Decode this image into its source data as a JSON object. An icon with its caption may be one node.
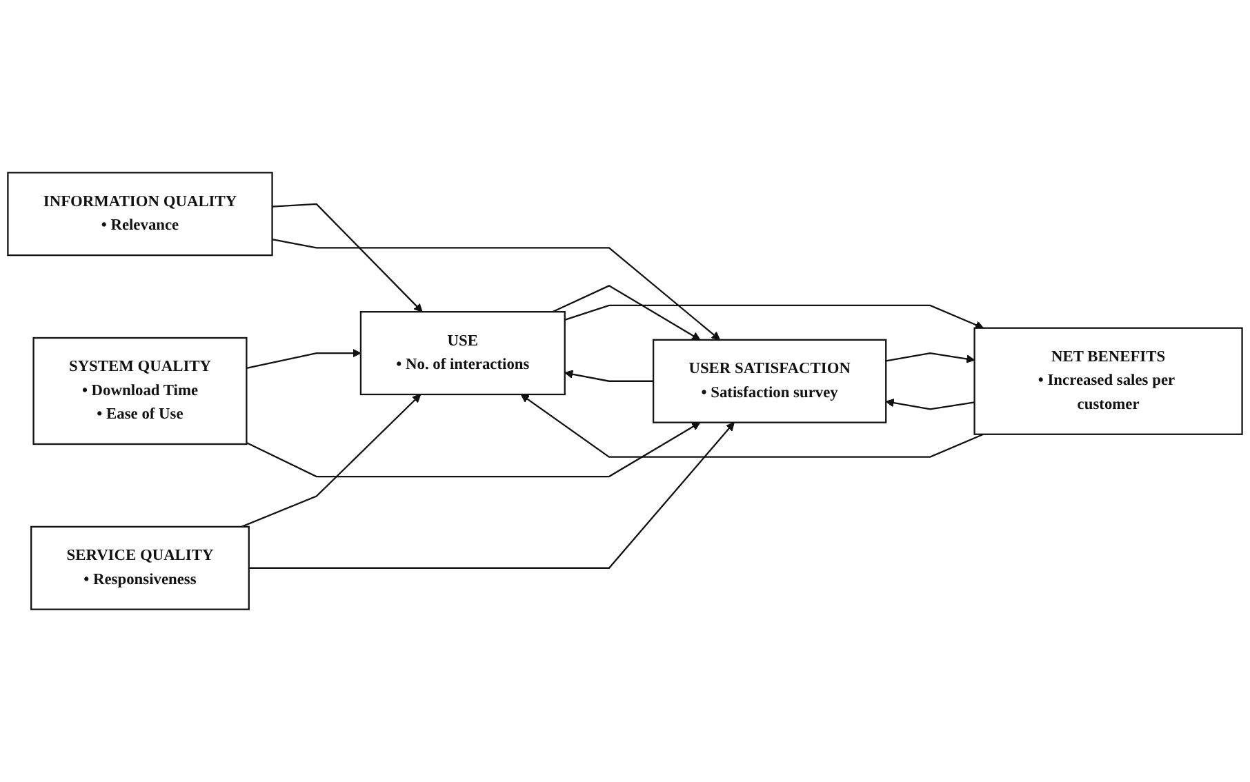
{
  "diagram": {
    "nodes": [
      {
        "text": [
          "INFORMATION QUALITY",
          "• Relevance"
        ]
      },
      {
        "text": [
          "SYSTEM QUALITY",
          "• Download Time",
          "• Ease of Use"
        ]
      },
      {
        "text": [
          "SERVICE QUALITY",
          "• Responsiveness"
        ]
      },
      {
        "text": [
          "USE",
          "• No. of interactions"
        ]
      },
      {
        "text": [
          "USER SATISFACTION",
          "• Satisfaction survey"
        ]
      },
      {
        "text": [
          "NET BENEFITS",
          "• Increased sales per customer"
        ]
      }
    ],
    "edges": [
      {
        "from": 0,
        "to": 3,
        "arrow": "to"
      },
      {
        "from": 0,
        "to": 4,
        "arrow": "to"
      },
      {
        "from": 1,
        "to": 3,
        "arrow": "to"
      },
      {
        "from": 1,
        "to": 4,
        "arrow": "to"
      },
      {
        "from": 2,
        "to": 3,
        "arrow": "to"
      },
      {
        "from": 2,
        "to": 4,
        "arrow": "to"
      },
      {
        "from": 3,
        "to": 4,
        "arrow": "to"
      },
      {
        "from": 4,
        "to": 3,
        "arrow": "to"
      },
      {
        "from": 3,
        "to": 5,
        "arrow": "to"
      },
      {
        "from": 4,
        "to": 5,
        "arrow": "to"
      },
      {
        "from": 5,
        "to": 3,
        "arrow": "to"
      },
      {
        "from": 5,
        "to": 4,
        "arrow": "to"
      }
    ]
  }
}
